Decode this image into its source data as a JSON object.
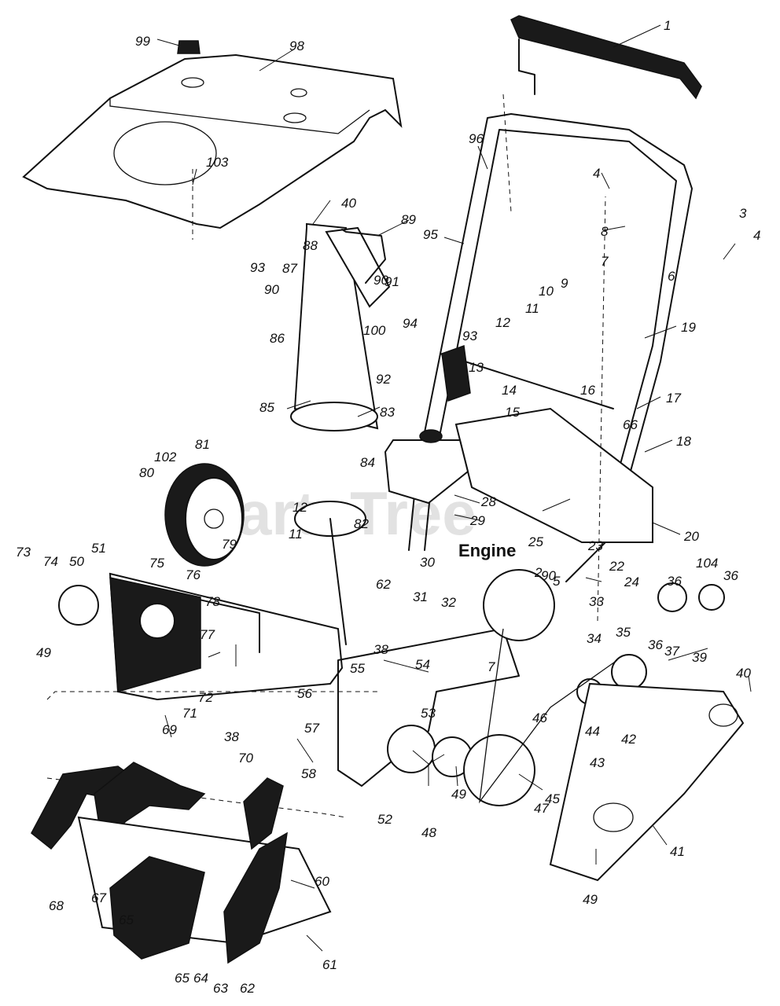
{
  "diagram": {
    "engine_label": "Engine",
    "watermark": "PartsTree",
    "part_numbers": [
      "1",
      "2",
      "3",
      "4",
      "4",
      "5",
      "6",
      "7",
      "7",
      "8",
      "9",
      "10",
      "11",
      "11",
      "12",
      "12",
      "13",
      "14",
      "15",
      "16",
      "17",
      "18",
      "19",
      "20",
      "22",
      "23",
      "24",
      "25",
      "28",
      "29",
      "30",
      "31",
      "32",
      "33",
      "34",
      "35",
      "36",
      "36",
      "36",
      "37",
      "38",
      "38",
      "39",
      "40",
      "40",
      "41",
      "42",
      "43",
      "44",
      "45",
      "46",
      "47",
      "48",
      "49",
      "49",
      "49",
      "50",
      "51",
      "52",
      "53",
      "54",
      "55",
      "56",
      "57",
      "58",
      "60",
      "61",
      "62",
      "62",
      "63",
      "64",
      "65",
      "65",
      "66",
      "67",
      "68",
      "69",
      "70",
      "71",
      "72",
      "73",
      "74",
      "75",
      "76",
      "77",
      "78",
      "79",
      "80",
      "81",
      "82",
      "83",
      "84",
      "85",
      "86",
      "87",
      "88",
      "89",
      "90",
      "90",
      "90",
      "91",
      "92",
      "93",
      "93",
      "94",
      "95",
      "96",
      "98",
      "99",
      "100",
      "102",
      "103",
      "104"
    ]
  }
}
